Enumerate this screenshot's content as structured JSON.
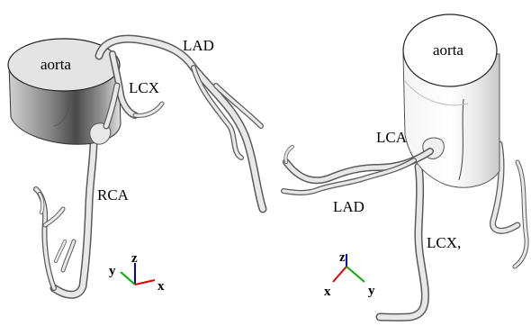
{
  "left_model": {
    "aorta_label": "aorta",
    "labels": {
      "lad": "LAD",
      "lcx": "LCX",
      "rca": "RCA"
    },
    "axes": {
      "x": "x",
      "y": "y",
      "z": "z"
    }
  },
  "right_model": {
    "aorta_label": "aorta",
    "labels": {
      "lca": "LCA",
      "lad": "LAD",
      "lcx": "LCX,"
    },
    "axes": {
      "x": "x",
      "y": "y",
      "z": "z"
    }
  },
  "colors": {
    "axis_x": "#e00000",
    "axis_y": "#00b000",
    "axis_z": "#0000d0",
    "vessel_light": "#ececec",
    "vessel_edge": "#555555"
  }
}
